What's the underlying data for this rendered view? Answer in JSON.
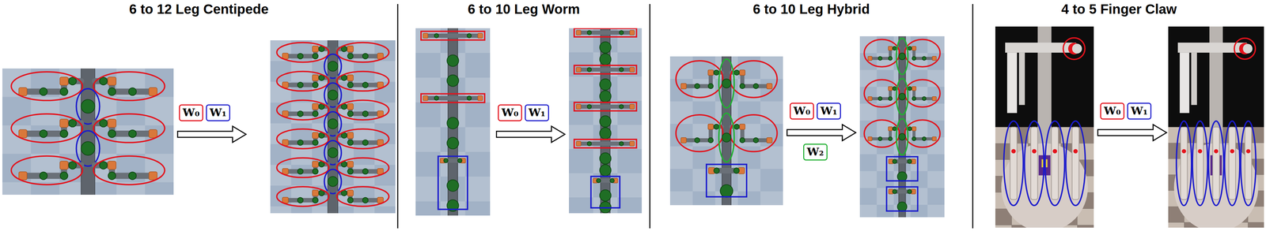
{
  "diagram": {
    "nodes": [
      {
        "text": [
          "W₀"
        ]
      },
      {
        "text": [
          "W₁"
        ]
      },
      {
        "text": [
          "W₀"
        ]
      },
      {
        "text": [
          "W₁"
        ]
      },
      {
        "text": [
          "W₀"
        ]
      },
      {
        "text": [
          "W₁"
        ]
      },
      {
        "text": [
          "W₂"
        ]
      },
      {
        "text": [
          "W₀"
        ]
      },
      {
        "text": [
          "W₁"
        ]
      }
    ],
    "labels": [
      "6 to 12 Leg Centipede",
      "6 to 10 Leg Worm",
      "6 to 10 Leg Hybrid",
      "4 to 5 Finger Claw"
    ]
  }
}
